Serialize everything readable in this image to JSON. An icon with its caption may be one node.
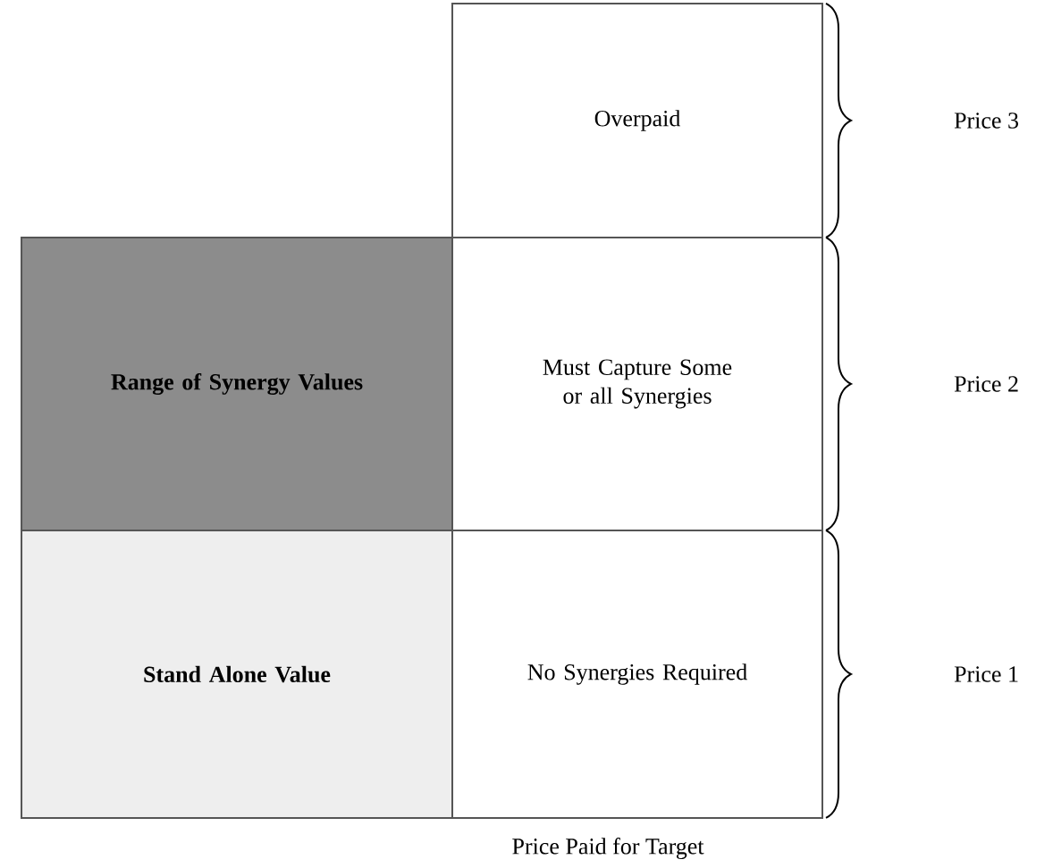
{
  "diagram": {
    "caption": "Price Paid for Target",
    "nodes": [
      {
        "text": [
          "Range of Synergy Values"
        ]
      },
      {
        "text": [
          "Stand Alone Value"
        ]
      },
      {
        "text": [
          "Overpaid"
        ]
      },
      {
        "text": [
          "Must Capture Some or all Synergies"
        ]
      },
      {
        "text": [
          "No Synergies Required"
        ]
      }
    ],
    "labels": [
      "Price 3",
      "Price 2",
      "Price 1"
    ]
  }
}
